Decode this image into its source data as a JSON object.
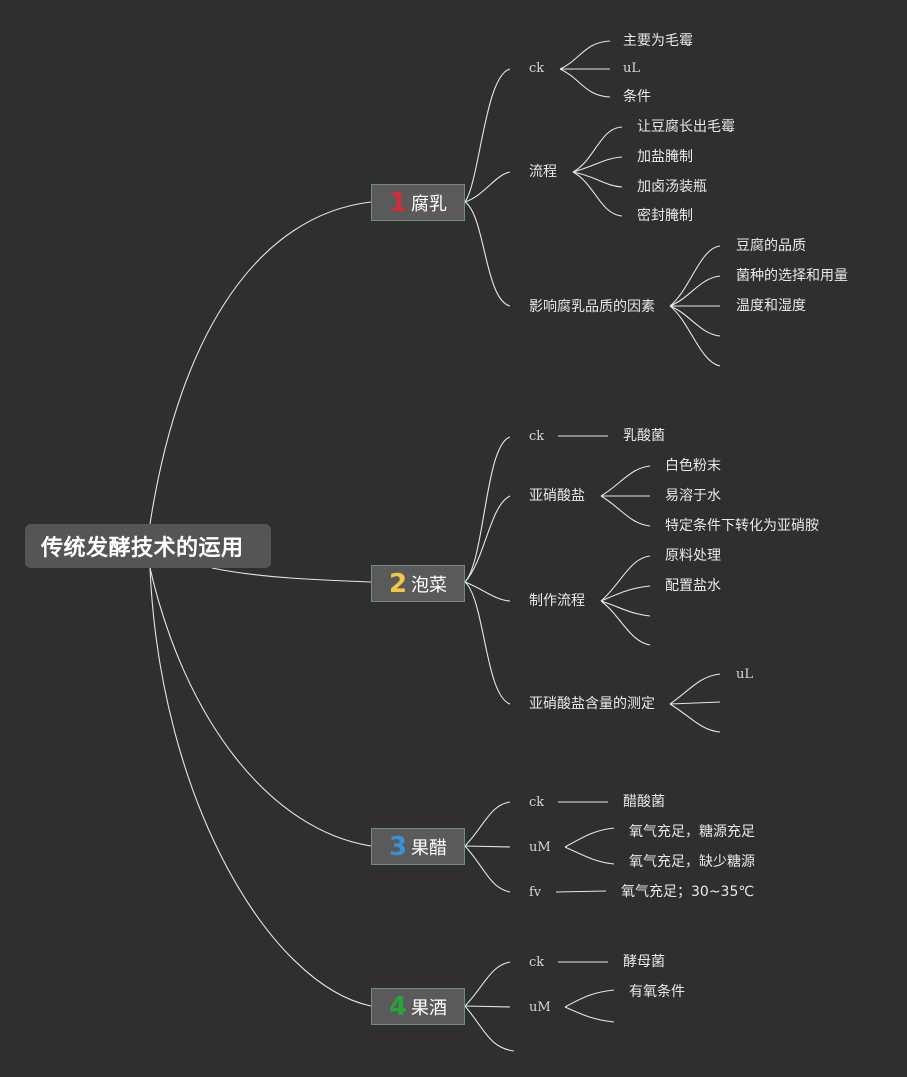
{
  "root": {
    "title": "传统发酵技术的运用"
  },
  "branches": [
    {
      "num": "1",
      "color": "#d42b3a",
      "label": "腐乳"
    },
    {
      "num": "2",
      "color": "#f2c744",
      "label": "泡菜"
    },
    {
      "num": "3",
      "color": "#3a8fd8",
      "label": "果醋"
    },
    {
      "num": "4",
      "color": "#2aa13a",
      "label": "果酒"
    }
  ],
  "fuRu": {
    "ck": "ck",
    "ck_items": [
      "主要为毛霉",
      "uL",
      "条件"
    ],
    "process": "流程",
    "process_items": [
      "让豆腐长出毛霉",
      "加盐腌制",
      "加卤汤装瓶",
      "密封腌制"
    ],
    "factors": "影响腐乳品质的因素",
    "factor_items": [
      "豆腐的品质",
      "菌种的选择和用量",
      "温度和湿度"
    ]
  },
  "paoCai": {
    "ck": "ck",
    "ck_item": "乳酸菌",
    "nitrite": "亚硝酸盐",
    "nitrite_items": [
      "白色粉末",
      "易溶于水",
      "特定条件下转化为亚硝胺"
    ],
    "process": "制作流程",
    "process_items": [
      "原料处理",
      "配置盐水"
    ],
    "measure": "亚硝酸盐含量的测定",
    "measure_items": [
      "uL"
    ]
  },
  "guoCu": {
    "ck": "ck",
    "ck_item": "醋酸菌",
    "um": "uM",
    "um_items": [
      "氧气充足，糖源充足",
      "氧气充足，缺少糖源"
    ],
    "fv": "fv",
    "fv_item": "氧气充足；30~35℃"
  },
  "guoJiu": {
    "ck": "ck",
    "ck_item": "酵母菌",
    "um": "uM",
    "um_items": [
      "有氧条件"
    ]
  }
}
